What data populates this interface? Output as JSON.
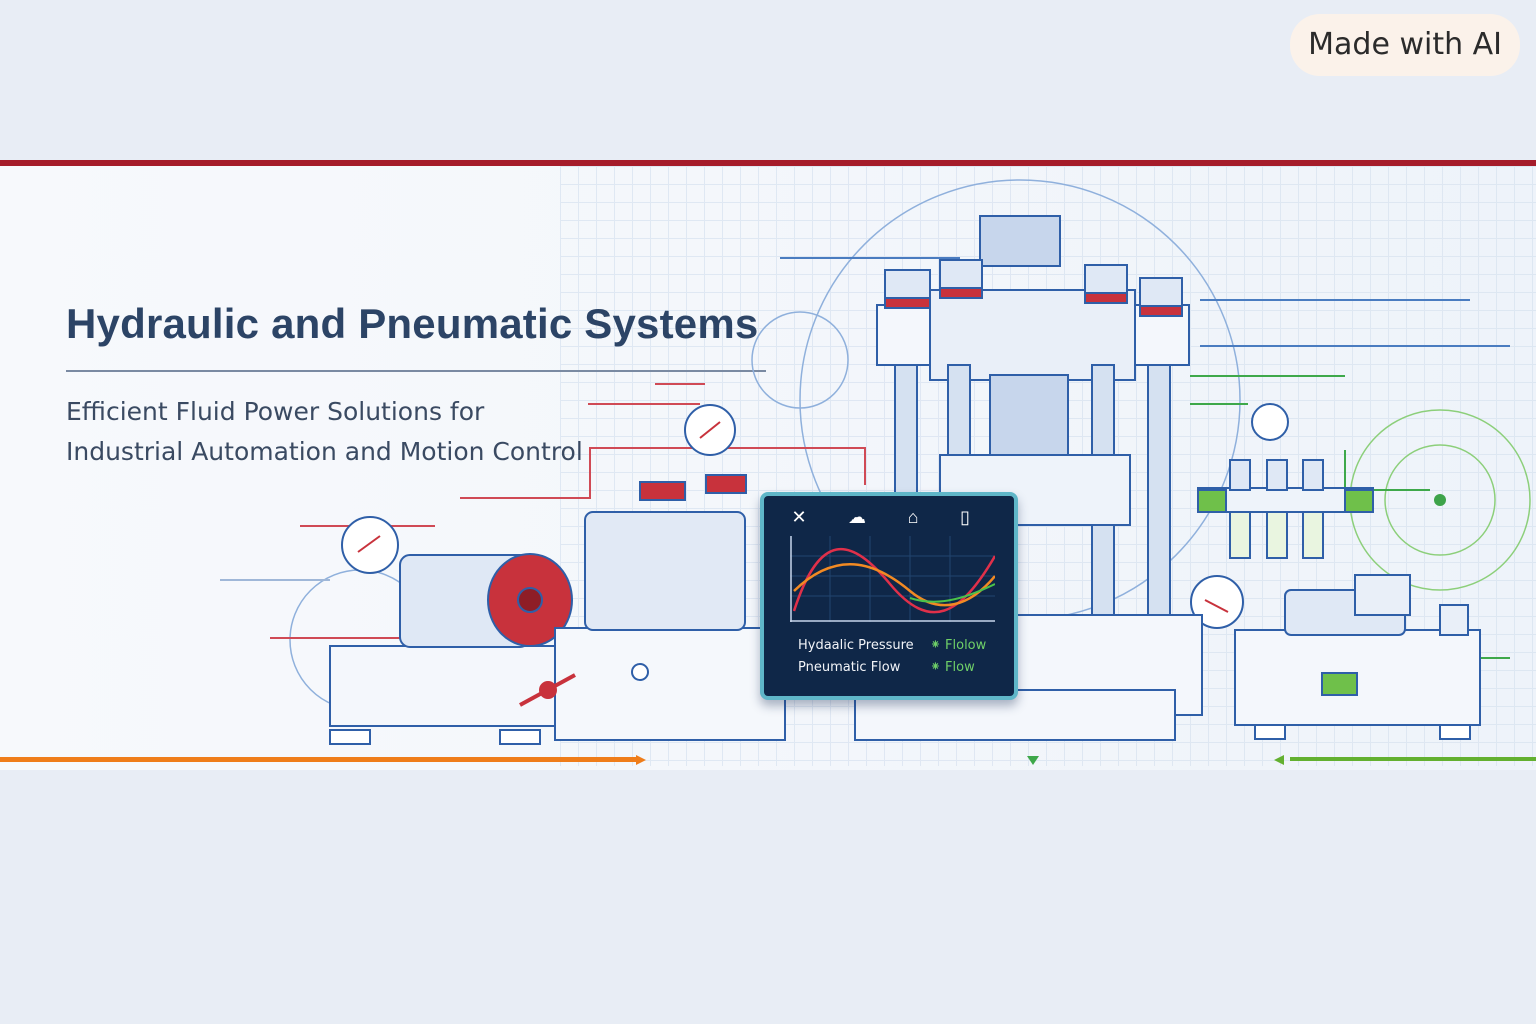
{
  "badge": {
    "text": "Made with AI"
  },
  "banner": {
    "title": "Hydraulic and Pneumatic Systems",
    "subtitle_line1": "Efficient Fluid Power Solutions for",
    "subtitle_line2": "Industrial Automation and Motion Control"
  },
  "monitor": {
    "legend": [
      {
        "label": "Hydaalic Pressure",
        "tag": "Flolow"
      },
      {
        "label": "Pneumatic Flow",
        "tag": "Flow"
      }
    ]
  },
  "colors": {
    "accent_red": "#a51c2a",
    "accent_orange": "#ef7d1a",
    "accent_green": "#63b030",
    "title_navy": "#2c4466",
    "steel_blue": "#2f5fa8"
  },
  "icons": [
    "gear-icon",
    "cloud-icon",
    "pump-icon",
    "battery-icon",
    "pressure-gauge-icon"
  ]
}
